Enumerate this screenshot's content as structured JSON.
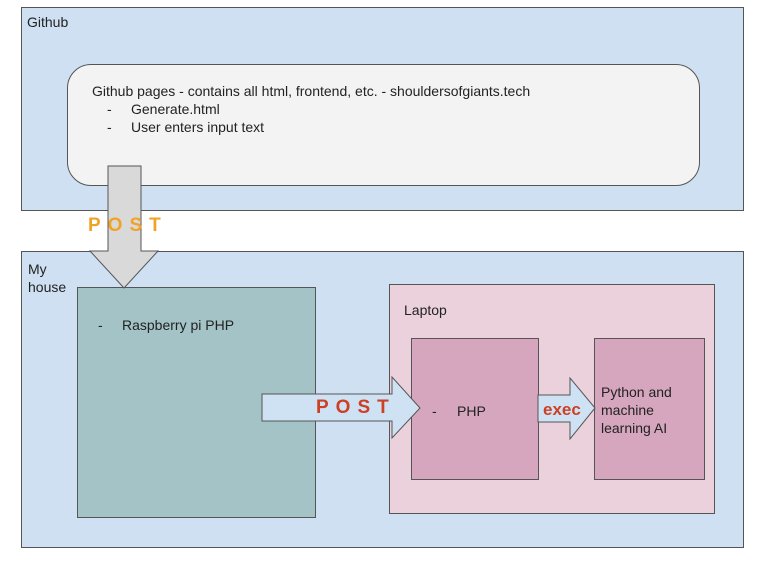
{
  "github": {
    "label": "Github",
    "pages": {
      "title": "Github pages - contains all html, frontend, etc. - shouldersofgiants.tech",
      "items": [
        {
          "bullet": "-",
          "text": "Generate.html"
        },
        {
          "bullet": "-",
          "text": "User enters input text"
        }
      ]
    }
  },
  "house": {
    "label_line1": "My",
    "label_line2": "house",
    "raspberry": {
      "bullet": "-",
      "text": "Raspberry pi PHP"
    },
    "laptop": {
      "label": "Laptop",
      "php": {
        "bullet": "-",
        "text": "PHP"
      },
      "ai": {
        "line1": "Python and",
        "line2": "machine",
        "line3": "learning AI"
      }
    }
  },
  "connectors": {
    "post_top": {
      "label": "POST",
      "color": "#f1a327"
    },
    "post_middle": {
      "label": "POST",
      "color": "#cc4125"
    },
    "exec": {
      "label": "exec",
      "color": "#cc4125"
    }
  },
  "colors": {
    "github_region": "#cfe0f2",
    "pages_box": "#f3f3f3",
    "raspberry_box": "#a3c3c6",
    "laptop_box": "#ead1dc",
    "php_box": "#d5a6bd",
    "arrow_grey": "#d9d9d9",
    "arrow_blue": "#cfe2f3",
    "border": "#555555"
  }
}
